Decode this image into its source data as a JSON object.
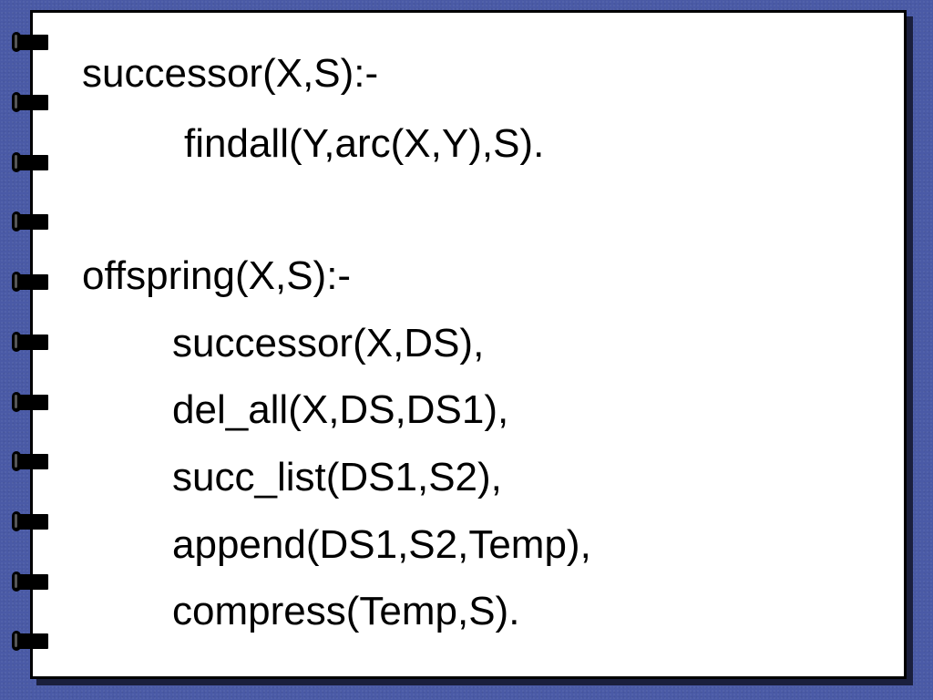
{
  "slide": {
    "lines": [
      "successor(X,S):-",
      "findall(Y,arc(X,Y),S).",
      "offspring(X,S):-",
      "successor(X,DS),",
      "del_all(X,DS,DS1),",
      "succ_list(DS1,S2),",
      "append(DS1,S2,Temp),",
      "compress(Temp,S)."
    ]
  },
  "colors": {
    "background": "#4a5aa6",
    "page": "#ffffff",
    "rings": "#000000"
  }
}
